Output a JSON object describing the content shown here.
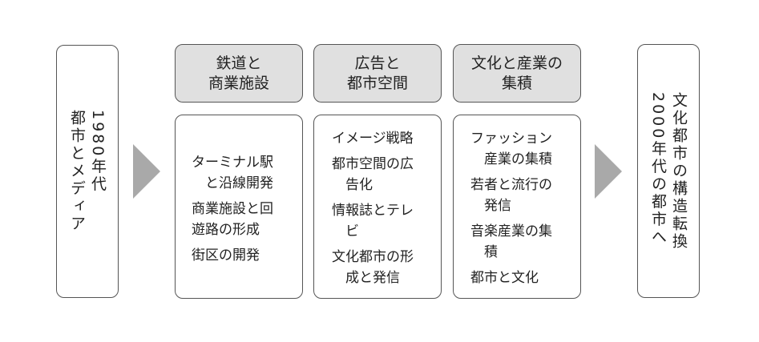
{
  "left_box": {
    "text": "1980年代\n都市とメディア"
  },
  "columns": [
    {
      "header": "鉄道と\n商業施設",
      "items": [
        "ターミナル駅\n　と沿線開発",
        "商業施設と回\n遊路の形成",
        "街区の開発"
      ]
    },
    {
      "header": "広告と\n都市空間",
      "items": [
        "イメージ戦略",
        "都市空間の広\n　告化",
        "情報誌とテレ\n　ビ",
        "文化都市の形\n　成と発信"
      ]
    },
    {
      "header": "文化と産業の\n集積",
      "items": [
        "ファッション\n　産業の集積",
        "若者と流行の\n　発信",
        "音楽産業の集\n　積",
        "都市と文化"
      ]
    }
  ],
  "right_box": {
    "text": "文化都市の構造転換\n2000年代の都市へ"
  }
}
